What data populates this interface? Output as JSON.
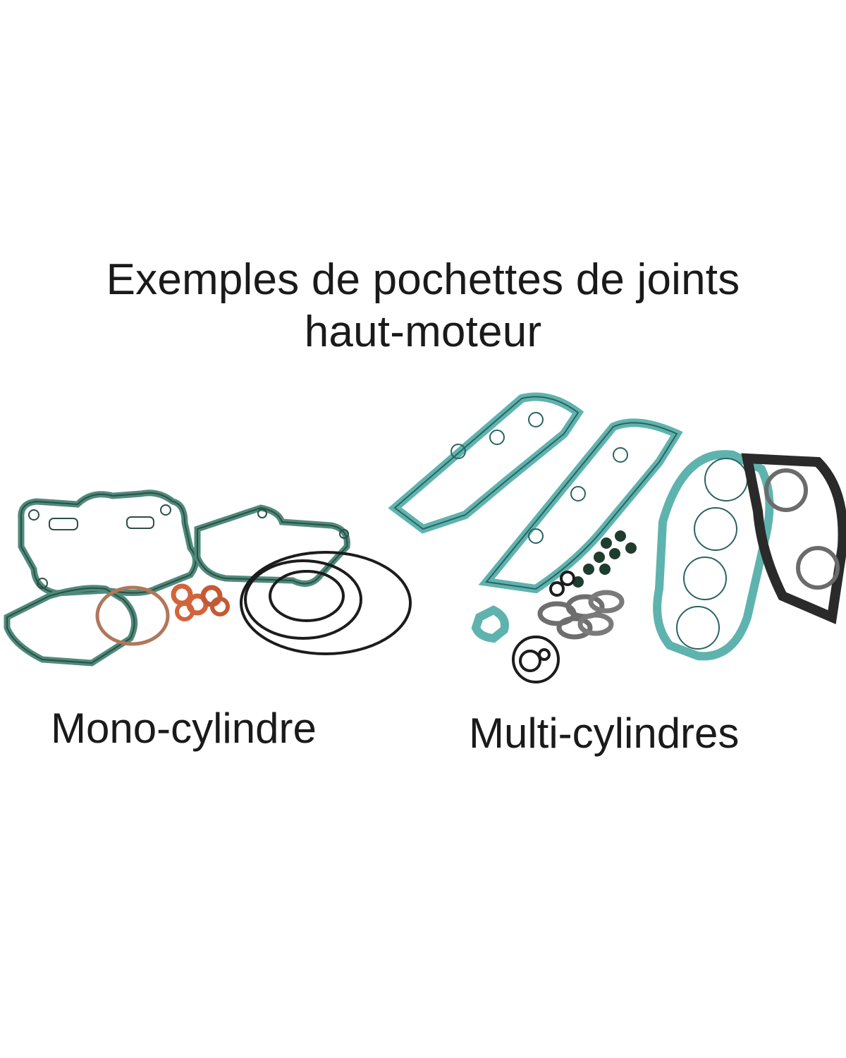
{
  "title": {
    "line1": "Exemples de pochettes de joints",
    "line2": "haut-moteur"
  },
  "captions": {
    "left": "Mono-cylindre",
    "right": "Multi-cylindres"
  },
  "colors": {
    "text": "#1a1a1a",
    "gasket_green": "#4f8a7a",
    "gasket_teal": "#5fb3ae",
    "seal_orange": "#d2643c",
    "oring_black": "#1c1c1c"
  }
}
